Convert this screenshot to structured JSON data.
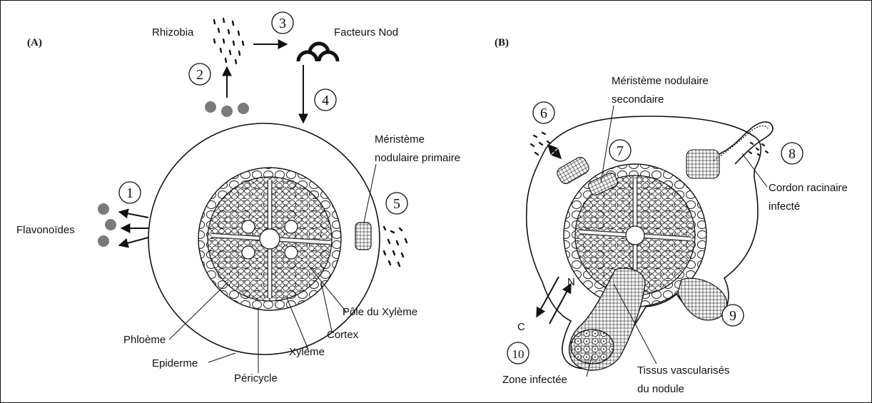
{
  "panels": {
    "a": "(A)",
    "b": "(B)"
  },
  "steps": [
    "1",
    "2",
    "3",
    "4",
    "5",
    "6",
    "7",
    "8",
    "9",
    "10"
  ],
  "labels": {
    "rhizobia": "Rhizobia",
    "facteurs_nod": "Facteurs Nod",
    "flavonoides": "Flavonoïdes",
    "meristeme_primaire_l1": "Méristème",
    "meristeme_primaire_l2": "nodulaire primaire",
    "pole_xyleme": "Pôle du Xylème",
    "cortex": "Cortex",
    "phloeme": "Phloème",
    "xyleme": "Xylème",
    "epiderme": "Epiderme",
    "pericycle": "Péricycle",
    "meristeme_secondaire_l1": "Méristème nodulaire",
    "meristeme_secondaire_l2": "secondaire",
    "cordon_l1": "Cordon racinaire",
    "cordon_l2": "infecté",
    "axis_n": "N",
    "axis_c": "C",
    "zone_infectee": "Zone infectée",
    "tissus_l1": "Tissus vascularisés",
    "tissus_l2": "du nodule"
  },
  "colors": {
    "ink": "#111111",
    "flavonoid_dot": "#7a7a7a",
    "background": "#ffffff"
  }
}
